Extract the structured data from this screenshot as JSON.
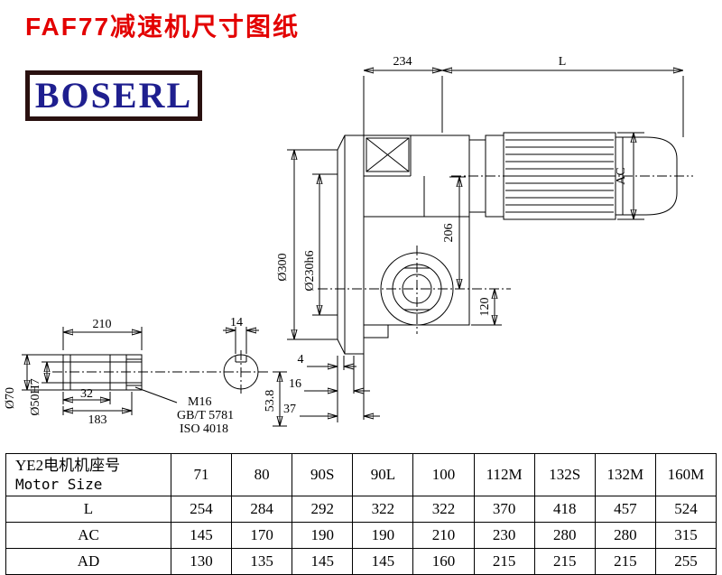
{
  "title": "FAF77减速机尺寸图纸",
  "logo": "BOSERL",
  "colors": {
    "title_red": "#e30000",
    "logo_blue": "#1f1f8f",
    "logo_border": "#2a1110"
  },
  "drawing": {
    "dims": {
      "d234": "234",
      "L": "L",
      "AC": "AC",
      "d206": "206",
      "dia300": "Ø300",
      "dia230": "Ø230h6",
      "d120": "120",
      "d4": "4",
      "d16": "16",
      "d37": "37",
      "d53_8": "53.8",
      "d210": "210",
      "d14": "14",
      "d32": "32",
      "d183": "183",
      "dia70": "Ø70",
      "dia50": "Ø50H7",
      "thread": "M16",
      "std1": "GB/T 5781",
      "std2": "ISO 4018"
    }
  },
  "table": {
    "header": {
      "label_cn": "YE2电机机座号",
      "label_en": "Motor Size"
    },
    "columns": [
      "71",
      "80",
      "90S",
      "90L",
      "100",
      "112M",
      "132S",
      "132M",
      "160M"
    ],
    "rows": [
      {
        "label": "L",
        "values": [
          "254",
          "284",
          "292",
          "322",
          "322",
          "370",
          "418",
          "457",
          "524"
        ]
      },
      {
        "label": "AC",
        "values": [
          "145",
          "170",
          "190",
          "190",
          "210",
          "230",
          "280",
          "280",
          "315"
        ]
      },
      {
        "label": "AD",
        "values": [
          "130",
          "135",
          "145",
          "145",
          "160",
          "215",
          "215",
          "215",
          "255"
        ]
      }
    ]
  }
}
